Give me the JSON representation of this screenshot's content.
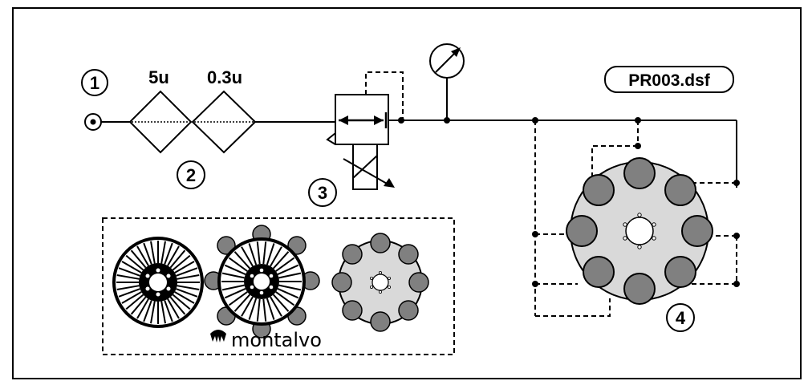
{
  "diagram": {
    "filename": "PR003.dsf",
    "callouts": {
      "c1": "1",
      "c2": "2",
      "c3": "3",
      "c4": "4"
    },
    "filters": {
      "f1": "5u",
      "f2": "0.3u"
    },
    "brand": "montalvo",
    "colors": {
      "line": "#000000",
      "actuator_fill": "#808080",
      "disc_fill": "#d9d9d9",
      "background": "#ffffff"
    }
  }
}
